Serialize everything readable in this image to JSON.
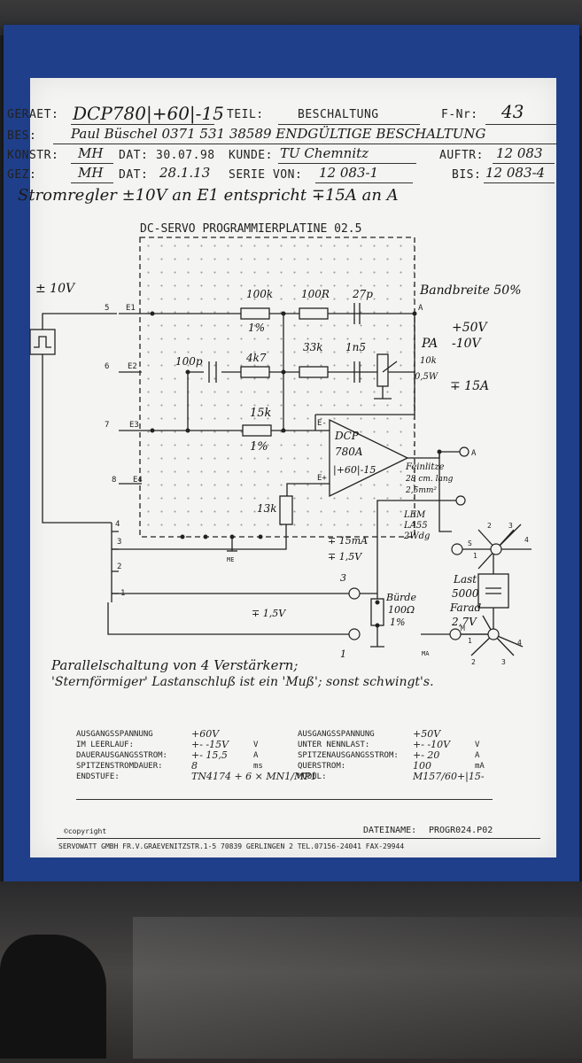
{
  "header": {
    "geraet_label": "GERAET:",
    "geraet_value": "DCP780|+60|-15",
    "teil_label": "TEIL:",
    "teil_value": "BESCHALTUNG",
    "fnr_label": "F-Nr:",
    "fnr_value": "43",
    "bes_label": "BES:",
    "bes_value": "Paul Büschel  0371  531  38589   ENDGÜLTIGE BESCHALTUNG",
    "konstr_label": "KONSTR:",
    "konstr_value": "MH",
    "dat1_label": "DAT:",
    "dat1_value": "30.07.98",
    "kunde_label": "KUNDE:",
    "kunde_value": "TU Chemnitz",
    "auftr_label": "AUFTR:",
    "auftr_value": "12 083",
    "gez_label": "GEZ:",
    "gez_value": "MH",
    "dat2_label": "DAT:",
    "dat2_value": "28.1.13",
    "serie_label": "SERIE VON:",
    "serie_value": "12 083-1",
    "bis_label": "BIS:",
    "bis_value": "12 083-4",
    "note": "Stromregler  ±10V  an  E1  entspricht  ∓15A  an  A"
  },
  "schematic": {
    "title": "DC-SERVO PROGRAMMIERPLATINE 02.5",
    "input_level": "± 10V",
    "bandwidth": "Bandbreite  50%",
    "supply": [
      "+50V",
      "-10V"
    ],
    "current": "∓ 15A",
    "pa": [
      "PA",
      "10k",
      "0,5W"
    ],
    "components": {
      "r100k": "100k",
      "r100k_tol": "1%",
      "r100r": "100R",
      "c27p": "27p",
      "r33k": "33k",
      "c1n5": "1n5",
      "c100p": "100p",
      "r4k7": "4k7",
      "r15k": "15k",
      "r15k_tol": "1%",
      "r13k": "13k",
      "burde": [
        "Bürde",
        "100Ω",
        "1%"
      ]
    },
    "amp": [
      "DCP",
      "780A",
      "|+60|-15"
    ],
    "pins": [
      "5",
      "E1",
      "6",
      "E2",
      "7",
      "E3",
      "8",
      "E4",
      "4",
      "3",
      "2",
      "1",
      "E-",
      "E+",
      "A",
      "A",
      "ME",
      "MA"
    ],
    "feinlitze": [
      "Feinlitze",
      "28 cm. lang",
      "2,5mm²"
    ],
    "lem": [
      "LEM",
      "LA55",
      "2Wdg"
    ],
    "notes_lower": [
      "∓ 15mA",
      "∓ 1,5V",
      "∓ 1,5V",
      "3",
      "1"
    ],
    "load": [
      "Last",
      "5000",
      "Farad",
      "2,7V"
    ],
    "star_top": [
      "S",
      "1",
      "2",
      "3",
      "4"
    ],
    "star_bottom": [
      "M",
      "1",
      "2",
      "3",
      "4"
    ]
  },
  "remark_line1": "Parallelschaltung  von  4  Verstärkern;",
  "remark_line2": "'Sternförmiger'  Lastanschluß  ist  ein  'Muß';  sonst  schwingt's.",
  "specs_left": [
    {
      "label": "AUSGANGSSPANNUNG",
      "value": "+60V",
      "unit": ""
    },
    {
      "label": "IM LEERLAUF:",
      "value": "+- -15V",
      "unit": "V"
    },
    {
      "label": "DAUERAUSGANGSSTROM:",
      "value": "+- 15,5",
      "unit": "A"
    },
    {
      "label": "SPITZENSTROMDAUER:",
      "value": "8",
      "unit": "ms"
    },
    {
      "label": "ENDSTUFE:",
      "value": "TN4174 + 6 × MN1/MP1",
      "unit": ""
    }
  ],
  "specs_right": [
    {
      "label": "AUSGANGSSPANNUNG",
      "value": "+50V",
      "unit": ""
    },
    {
      "label": "UNTER NENNLAST:",
      "value": "+- -10V",
      "unit": "V"
    },
    {
      "label": "SPITZENAUSGANGSSTROM:",
      "value": "+- 20",
      "unit": "A"
    },
    {
      "label": "QUERSTROM:",
      "value": "100",
      "unit": "mA"
    },
    {
      "label": "MODUL:",
      "value": "M157/60+|15-",
      "unit": ""
    }
  ],
  "copyright": "©copyright",
  "dateiname_label": "DATEINAME:",
  "dateiname_value": "PROGR024.P02",
  "footer": "SERVOWATT GMBH   FR.V.GRAEVENITZSTR.1-5   70839 GERLINGEN 2   TEL.07156-24041   FAX-29944",
  "colors": {
    "board": "#1f3f8a",
    "paper": "#f4f4f2",
    "ink": "#222222"
  }
}
